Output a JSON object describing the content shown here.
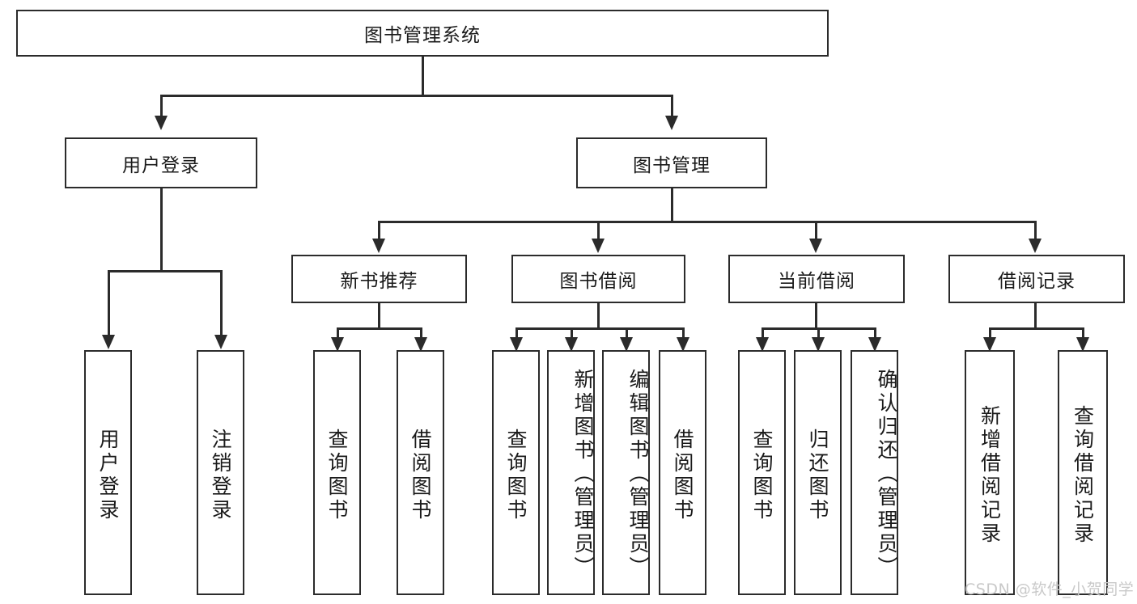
{
  "diagram": {
    "title": "图书管理系统",
    "type": "hierarchy-tree",
    "root": {
      "label": "图书管理系统"
    },
    "level2": [
      {
        "label": "用户登录"
      },
      {
        "label": "图书管理"
      }
    ],
    "level3": [
      {
        "label": "新书推荐"
      },
      {
        "label": "图书借阅"
      },
      {
        "label": "当前借阅"
      },
      {
        "label": "借阅记录"
      }
    ],
    "leaves": {
      "user_login": [
        {
          "label": "用户登录"
        },
        {
          "label": "注销登录"
        }
      ],
      "new_book_recommend": [
        {
          "label": "查询图书"
        },
        {
          "label": "借阅图书"
        }
      ],
      "book_borrow": [
        {
          "label": "查询图书"
        },
        {
          "label": "新增图书（管理员）"
        },
        {
          "label": "编辑图书（管理员）"
        },
        {
          "label": "借阅图书"
        }
      ],
      "current_borrow": [
        {
          "label": "查询图书"
        },
        {
          "label": "归还图书"
        },
        {
          "label": "确认归还（管理员）"
        }
      ],
      "borrow_record": [
        {
          "label": "新增借阅记录"
        },
        {
          "label": "查询借阅记录"
        }
      ]
    }
  },
  "watermark": {
    "text": "CSDN @软件_小贺同学"
  },
  "colors": {
    "stroke": "#2b2b2b",
    "background": "#ffffff",
    "text": "#1a1a1a",
    "watermark": "#c9c9c9"
  }
}
